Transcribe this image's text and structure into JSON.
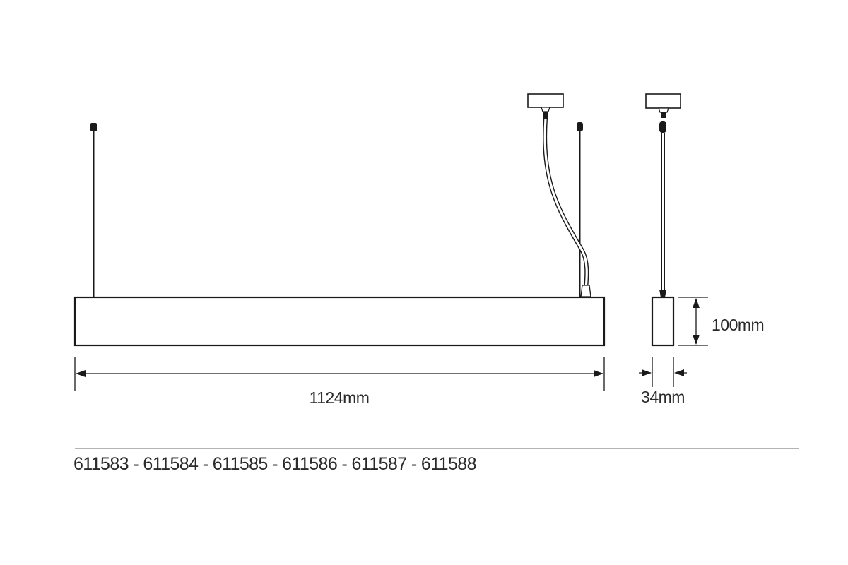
{
  "dimensions": {
    "length": "1124mm",
    "height": "100mm",
    "width": "34mm"
  },
  "product_codes": "611583 - 611584 - 611585 - 611586 - 611587 - 611588",
  "colors": {
    "line": "#1a1a1a",
    "divider": "#9a9a9a",
    "text": "#2a2a2a"
  }
}
